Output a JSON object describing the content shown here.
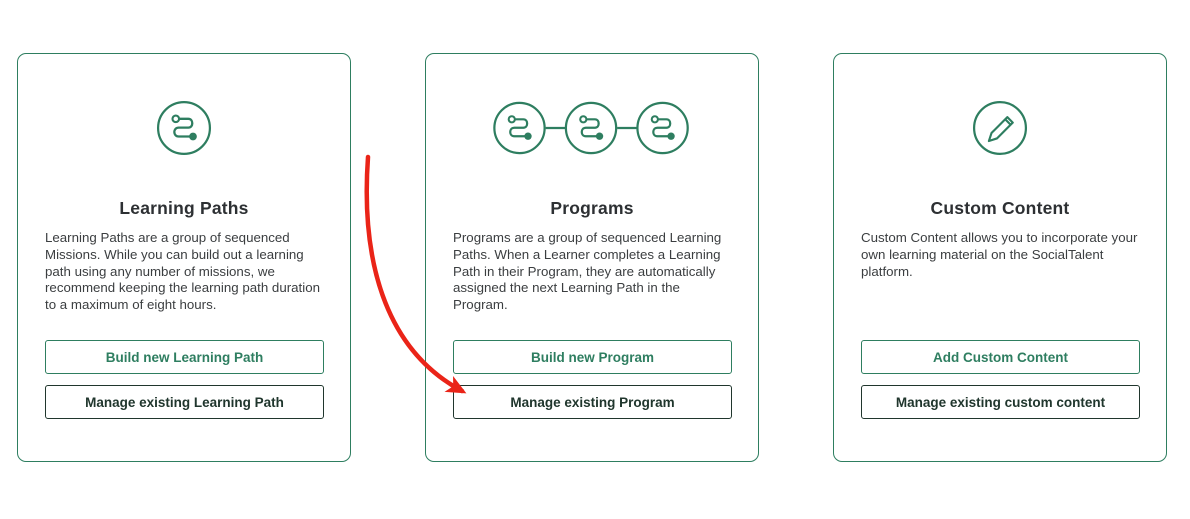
{
  "colors": {
    "accent_green": "#2E7E60",
    "secondary_button_text": "#20362D",
    "title_text": "#2D3033",
    "body_text": "#3B3E40",
    "arrow_red": "#EA2418",
    "background": "#FFFFFF"
  },
  "cards": [
    {
      "id": "learning-paths",
      "icon": "learning-path-icon",
      "title": "Learning Paths",
      "description": "Learning Paths are a group of sequenced Missions. While you can build out a learning path using any number of missions, we recommend keeping the learning path duration to a maximum of eight hours.",
      "primary_button": "Build new Learning Path",
      "secondary_button": "Manage existing Learning Path"
    },
    {
      "id": "programs",
      "icon": "program-chain-icon",
      "title": "Programs",
      "description": "Programs are a group of sequenced Learning Paths. When a Learner completes a Learning Path in their Program, they are automatically assigned the next Learning Path in the Program.",
      "primary_button": "Build new Program",
      "secondary_button": "Manage existing Program"
    },
    {
      "id": "custom-content",
      "icon": "pencil-icon",
      "title": "Custom Content",
      "description": "Custom Content allows you to incorporate your own learning material on the SocialTalent platform.",
      "primary_button": "Add Custom Content",
      "secondary_button": "Manage existing custom content"
    }
  ],
  "annotation_arrow": {
    "shape": "curved-arrow",
    "color": "#EA2418",
    "points_to": "Manage existing Program"
  }
}
